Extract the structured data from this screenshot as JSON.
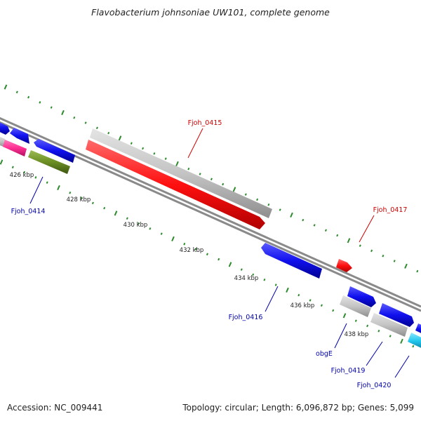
{
  "title": "Flavobacterium johnsoniae UW101, complete genome",
  "footer": {
    "accession": "Accession: NC_009441",
    "summary": "Topology: circular; Length: 6,096,872 bp; Genes: 5,099"
  },
  "scale_labels": [
    "426 kbp",
    "428 kbp",
    "430 kbp",
    "432 kbp",
    "434 kbp",
    "436 kbp",
    "438 kbp"
  ],
  "gene_labels": [
    {
      "text": "Fjoh_0414",
      "color": "#0000aa"
    },
    {
      "text": "Fjoh_0415",
      "color": "#cc0000"
    },
    {
      "text": "Fjoh_0416",
      "color": "#0000aa"
    },
    {
      "text": "Fjoh_0417",
      "color": "#cc0000"
    },
    {
      "text": "obgE",
      "color": "#0000aa"
    },
    {
      "text": "Fjoh_0419",
      "color": "#0000aa"
    },
    {
      "text": "Fjoh_0420",
      "color": "#0000aa"
    }
  ],
  "colors": {
    "backbone": "#808080",
    "tick": "#2e8b2e",
    "forward_cds": "#ff1a1a",
    "reverse_cds": "#1a1aee",
    "gray_feature": "#c4c4c4",
    "olive_feature": "#6b8e23",
    "pink_feature": "#ff2f92",
    "cyan_feature": "#22c8ee"
  }
}
